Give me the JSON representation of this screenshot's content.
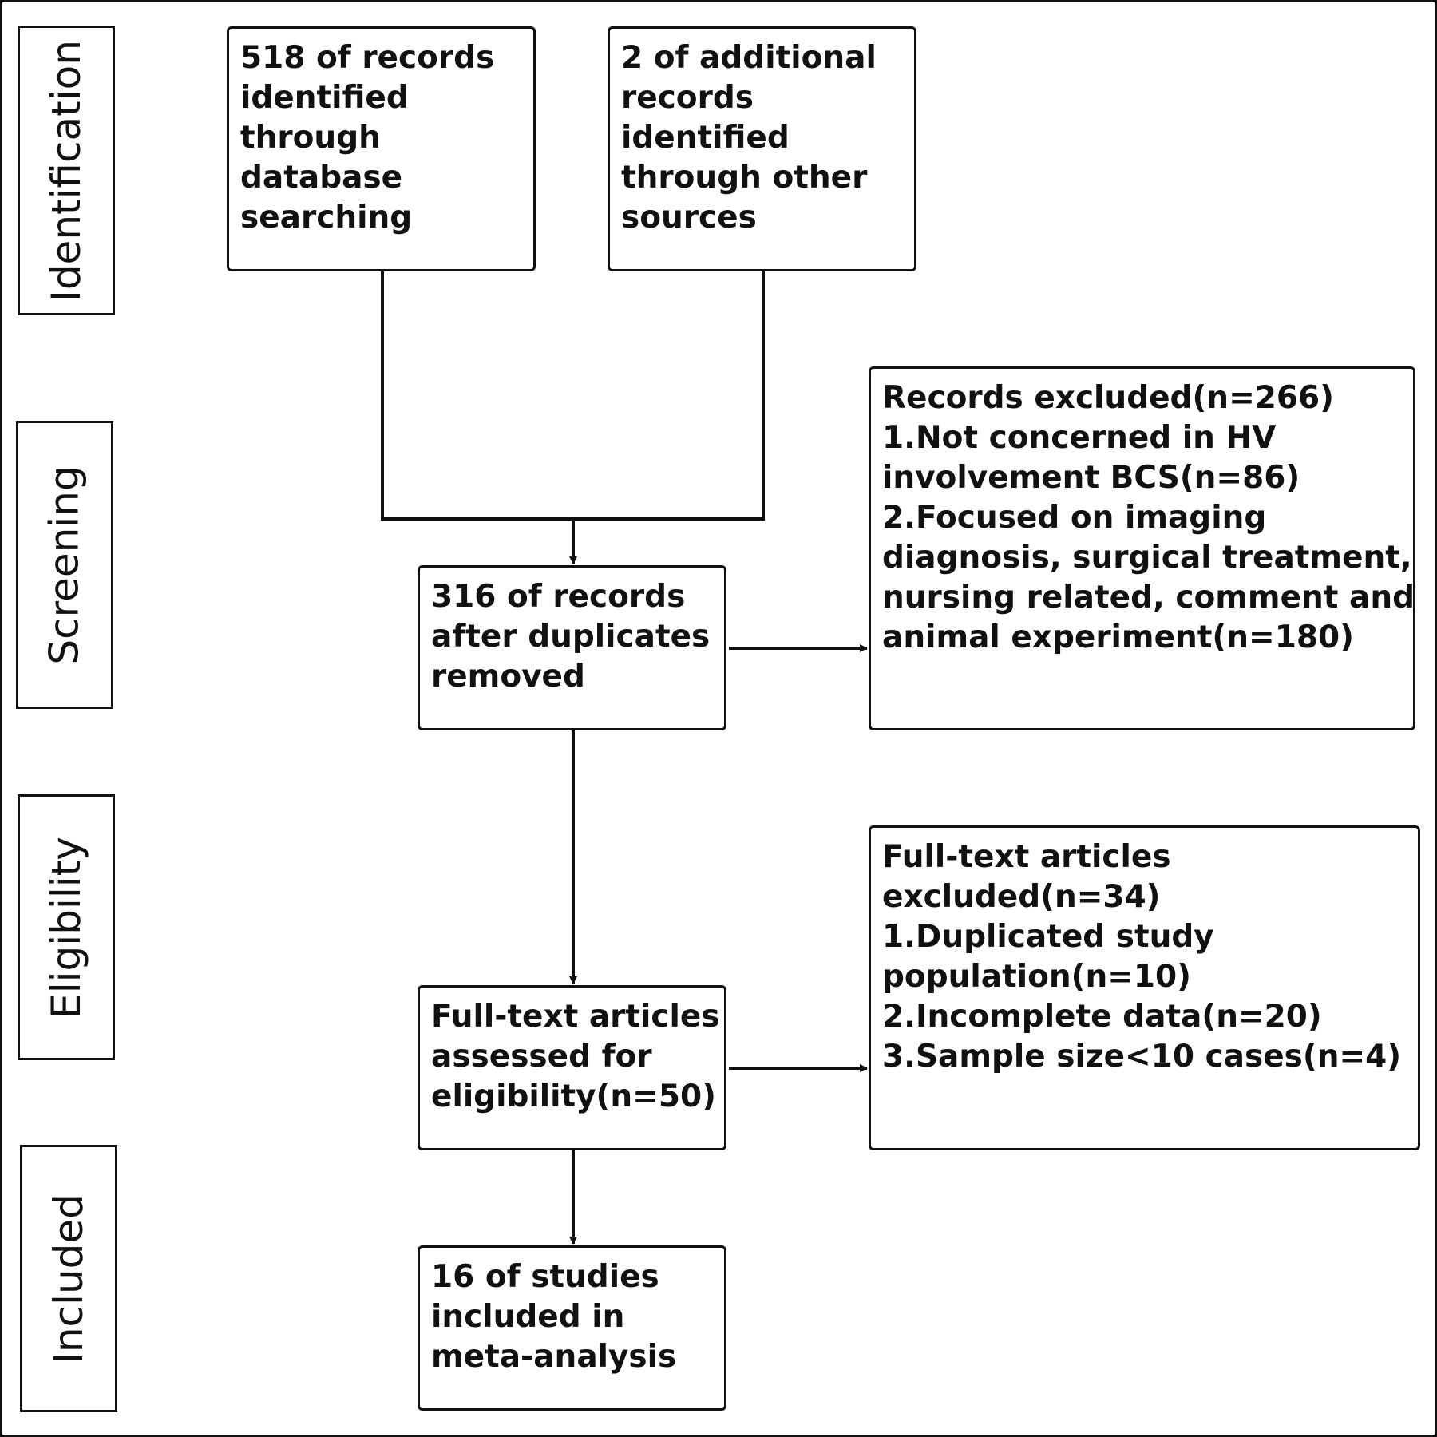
{
  "stages": [
    "Identification",
    "Screening",
    "Eligibility",
    "Included"
  ],
  "boxes": {
    "database_records": [
      "518 of records",
      "identified",
      "through",
      "database",
      "searching"
    ],
    "other_records": [
      "2 of additional",
      "records",
      "identified",
      "through other",
      "sources"
    ],
    "after_duplicates": [
      "316 of records",
      "after duplicates",
      "removed"
    ],
    "records_excluded": [
      "Records excluded(n=266)",
      "1.Not concerned in HV",
      "involvement BCS(n=86)",
      "2.Focused on imaging",
      "diagnosis, surgical treatment,",
      "nursing related, comment and",
      "animal experiment(n=180)"
    ],
    "fulltext_assessed": [
      "Full-text articles",
      "assessed for",
      "eligibility(n=50)"
    ],
    "fulltext_excluded": [
      "Full-text articles",
      "excluded(n=34)",
      "1.Duplicated study",
      "population(n=10)",
      "2.Incomplete data(n=20)",
      "3.Sample size<10 cases(n=4)"
    ],
    "included_studies": [
      "16 of studies",
      "included in",
      "meta-analysis"
    ]
  },
  "colors": {
    "stroke": "#111111",
    "background": "#ffffff"
  }
}
